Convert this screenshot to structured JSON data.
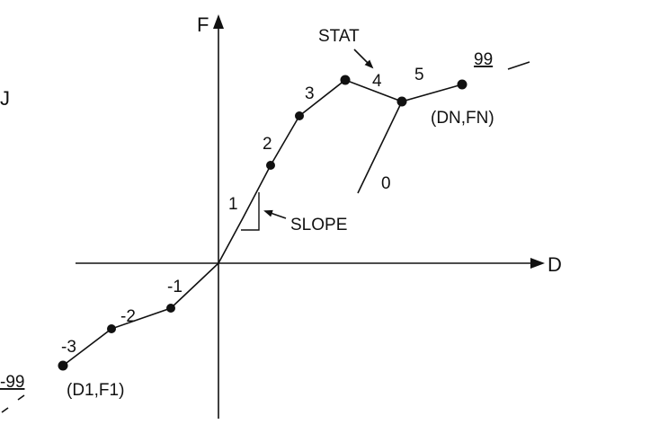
{
  "axes": {
    "x_label": "D",
    "y_label": "F"
  },
  "side_label": "J",
  "segment_labels": [
    "-99",
    "-3",
    "-2",
    "-1",
    "1",
    "2",
    "3",
    "4",
    "5",
    "99"
  ],
  "callouts": {
    "stat": "STAT",
    "slope": "SLOPE"
  },
  "point_labels": {
    "end": "(DN,FN)",
    "start": "(D1,F1)"
  },
  "unload_label": "0"
}
